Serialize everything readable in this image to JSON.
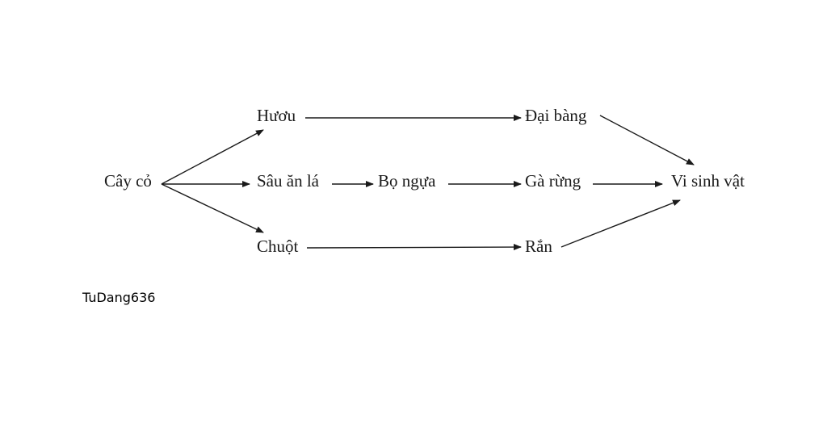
{
  "diagram": {
    "nodes": [
      {
        "id": "cay-co",
        "label": "Cây cỏ"
      },
      {
        "id": "huou",
        "label": "Hươu"
      },
      {
        "id": "sau-an-la",
        "label": "Sâu ăn lá"
      },
      {
        "id": "chuot",
        "label": "Chuột"
      },
      {
        "id": "bo-ngua",
        "label": "Bọ ngựa"
      },
      {
        "id": "dai-bang",
        "label": "Đại bàng"
      },
      {
        "id": "ga-rung",
        "label": "Gà rừng"
      },
      {
        "id": "ran",
        "label": "Rắn"
      },
      {
        "id": "vi-sinh-vat",
        "label": "Vi sinh vật"
      }
    ],
    "edges": [
      {
        "from": "cay-co",
        "to": "huou"
      },
      {
        "from": "cay-co",
        "to": "sau-an-la"
      },
      {
        "from": "cay-co",
        "to": "chuot"
      },
      {
        "from": "huou",
        "to": "dai-bang"
      },
      {
        "from": "sau-an-la",
        "to": "bo-ngua"
      },
      {
        "from": "bo-ngua",
        "to": "ga-rung"
      },
      {
        "from": "chuot",
        "to": "ran"
      },
      {
        "from": "dai-bang",
        "to": "vi-sinh-vat"
      },
      {
        "from": "ga-rung",
        "to": "vi-sinh-vat"
      },
      {
        "from": "ran",
        "to": "vi-sinh-vat"
      }
    ],
    "line_color": "#1a1a1a"
  },
  "caption": "TuDang636"
}
